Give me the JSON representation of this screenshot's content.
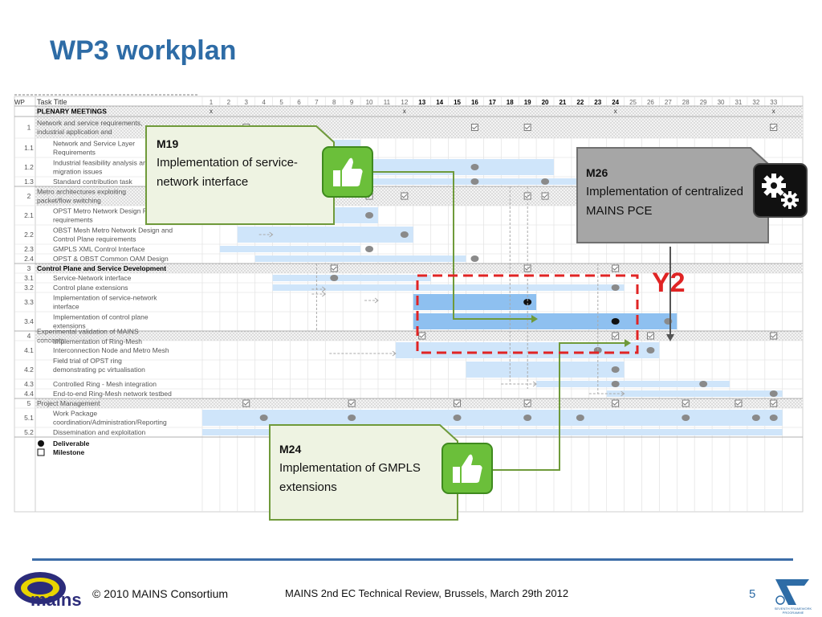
{
  "slide": {
    "title": "WP3 workplan",
    "page_number": "5",
    "y2_label": "Y2"
  },
  "table": {
    "col_wp": "WP",
    "col_task": "Task Title",
    "months": [
      "1",
      "2",
      "3",
      "4",
      "5",
      "6",
      "7",
      "8",
      "9",
      "10",
      "11",
      "12",
      "13",
      "14",
      "15",
      "16",
      "17",
      "18",
      "19",
      "20",
      "21",
      "22",
      "23",
      "24",
      "25",
      "26",
      "27",
      "28",
      "29",
      "30",
      "31",
      "32",
      "33"
    ],
    "rows": [
      {
        "wp": "",
        "label": "PLENARY MEETINGS",
        "type": "header",
        "bold": true
      },
      {
        "wp": "1",
        "label": "Network and service requirements, industrial application and",
        "type": "wp"
      },
      {
        "wp": "1.1",
        "label": "Network and Service Layer Requirements",
        "type": "task"
      },
      {
        "wp": "1.2",
        "label": "Industrial feasibility analysis and migration issues",
        "type": "task"
      },
      {
        "wp": "1.3",
        "label": "Standard contribution task",
        "type": "task"
      },
      {
        "wp": "2",
        "label": "Metro architectures exploiting packet/flow switching",
        "type": "wp"
      },
      {
        "wp": "2.1",
        "label": "OPST Metro Network Design Plane requirements",
        "type": "task"
      },
      {
        "wp": "2.2",
        "label": "OBST Mesh Metro Network Design and Control Plane requirements",
        "type": "task"
      },
      {
        "wp": "2.3",
        "label": "GMPLS XML Control Interface",
        "type": "task"
      },
      {
        "wp": "2.4",
        "label": "OPST & OBST Common OAM Design",
        "type": "task"
      },
      {
        "wp": "3",
        "label": "Control Plane and Service Development",
        "type": "wp",
        "bold": true
      },
      {
        "wp": "3.1",
        "label": "Service-Network interface",
        "type": "task"
      },
      {
        "wp": "3.2",
        "label": "Control plane extensions",
        "type": "task"
      },
      {
        "wp": "3.3",
        "label": "Implementation of service-network interface",
        "type": "task"
      },
      {
        "wp": "3.4",
        "label": "Implementation of control plane extensions",
        "type": "task"
      },
      {
        "wp": "4",
        "label": "Experimental validation of MAINS concepts",
        "type": "wp"
      },
      {
        "wp": "4.1",
        "label": "Implementation of Ring-Mesh Interconnection Node and Metro Mesh bypass Node",
        "type": "task"
      },
      {
        "wp": "4.2",
        "label": "Field trial of OPST ring demonstrating pc virtualisation services",
        "type": "task"
      },
      {
        "wp": "4.3",
        "label": "Controlled Ring - Mesh integration",
        "type": "task"
      },
      {
        "wp": "4.4",
        "label": "End-to-end Ring-Mesh network testbed",
        "type": "task"
      },
      {
        "wp": "5",
        "label": "Project Management",
        "type": "wp"
      },
      {
        "wp": "5.1",
        "label": "Work Package coordination/Administration/Reporting",
        "type": "task"
      },
      {
        "wp": "5.2",
        "label": "Dissemination and exploitation",
        "type": "task"
      }
    ],
    "legend": {
      "deliverable": "Deliverable",
      "milestone": "Milestone"
    }
  },
  "callouts": {
    "m19": {
      "code": "M19",
      "text": "Implementation of service-network interface",
      "icon": "thumbs-up-icon"
    },
    "m26": {
      "code": "M26",
      "text": "Implementation of centralized MAINS PCE",
      "icon": "gears-icon"
    },
    "m24": {
      "code": "M24",
      "text": "Implementation of GMPLS extensions",
      "icon": "thumbs-up-icon"
    }
  },
  "footer": {
    "copyright": "© 2010 MAINS Consortium",
    "review": "MAINS 2nd EC Technical Review, Brussels, March 29th 2012",
    "mains_logo": "mains",
    "fp7_logo": "SEVENTH FRAMEWORK PROGRAMME"
  },
  "colors": {
    "title": "#2e6ca6",
    "bar_light": "#cfe5fa",
    "bar_dark": "#8ec0f0",
    "callout_green_bg": "#eef3e2",
    "callout_green_border": "#6f9a3a",
    "callout_gray_bg": "#a6a6a6",
    "icon_green": "#6bbf3a",
    "y2_red": "#e02424",
    "footer_line": "#3c6da8"
  }
}
